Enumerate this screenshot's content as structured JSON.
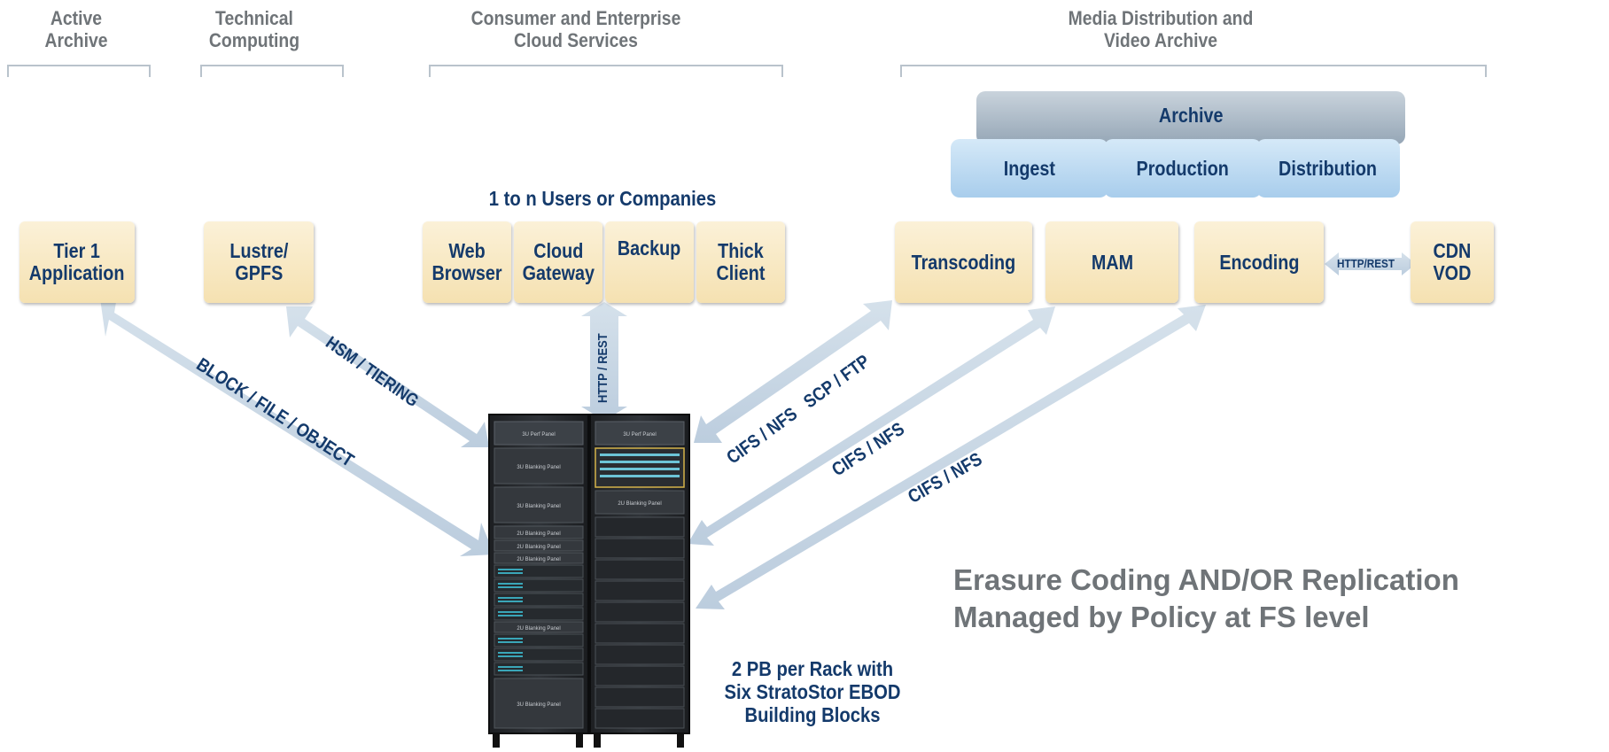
{
  "headers": {
    "active_archive": "Active\nArchive",
    "technical_computing": "Technical\nComputing",
    "cloud_services": "Consumer and Enterprise\nCloud Services",
    "media_distribution": "Media Distribution and\nVideo Archive"
  },
  "users_label": "1 to n Users or Companies",
  "apps": {
    "tier1": "Tier 1\nApplication",
    "lustre": "Lustre/\nGPFS",
    "web_browser": "Web\nBrowser",
    "cloud_gateway": "Cloud\nGateway",
    "backup": "Backup",
    "thick_client": "Thick\nClient",
    "transcoding": "Transcoding",
    "mam": "MAM",
    "encoding": "Encoding",
    "cdn_vod": "CDN\nVOD"
  },
  "media": {
    "archive": "Archive",
    "ingest": "Ingest",
    "production": "Production",
    "distribution": "Distribution"
  },
  "arrows": {
    "block_file_object": "BLOCK / FILE / OBJECT",
    "hsm_tiering": "HSM / TIERING",
    "http_rest_vertical": "HTTP / REST",
    "cifs_nfs_scp_ftp": "CIFS / NFS   SCP / FTP",
    "cifs_nfs_mam": "CIFS / NFS",
    "cifs_nfs_encoding": "CIFS / NFS",
    "http_rest_cdn": "HTTP/REST"
  },
  "rack": {
    "panel_3u_perf": "3U Perf Panel",
    "panel_3u_blanking": "3U Blanking Panel",
    "panel_2u_blanking": "2U Blanking Panel"
  },
  "rack_caption": "2 PB per Rack with\nSix StratoStor EBOD\nBuilding Blocks",
  "note": "Erasure Coding AND/OR Replication\nManaged by Policy at FS level",
  "colors": {
    "arrow_fill": "#c6d6e4",
    "box_fill": "#f7e6bd",
    "text_navy": "#143a6b",
    "header_gray": "#6f7478",
    "media_blue": "#bcdaf2",
    "archive_gray": "#a7b5c1"
  }
}
